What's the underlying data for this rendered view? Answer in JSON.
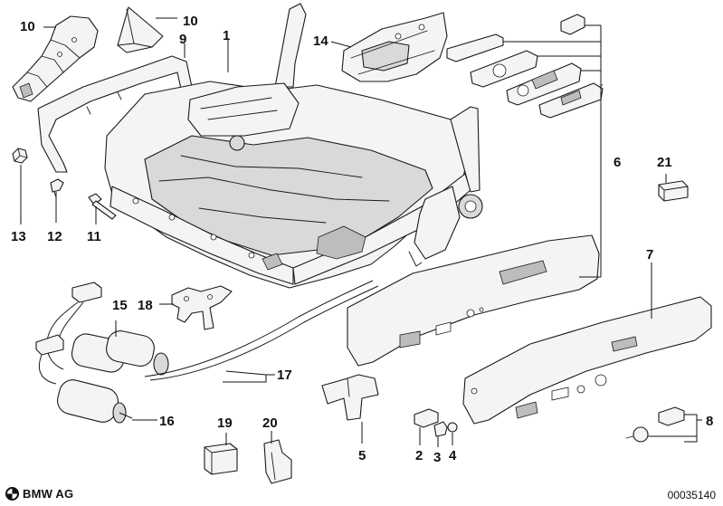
{
  "labels": {
    "l10a": "10",
    "l10b": "10",
    "l9": "9",
    "l1": "1",
    "l14": "14",
    "l6": "6",
    "l21": "21",
    "l13": "13",
    "l12": "12",
    "l11": "11",
    "l7": "7",
    "l15": "15",
    "l18": "18",
    "l17": "17",
    "l16": "16",
    "l19": "19",
    "l20": "20",
    "l5": "5",
    "l2": "2",
    "l3": "3",
    "l4": "4",
    "l8": "8"
  },
  "footer": {
    "brand": "BMW AG",
    "doc_number": "00035140"
  },
  "icons": {
    "logo": "bmw-roundel-icon"
  }
}
